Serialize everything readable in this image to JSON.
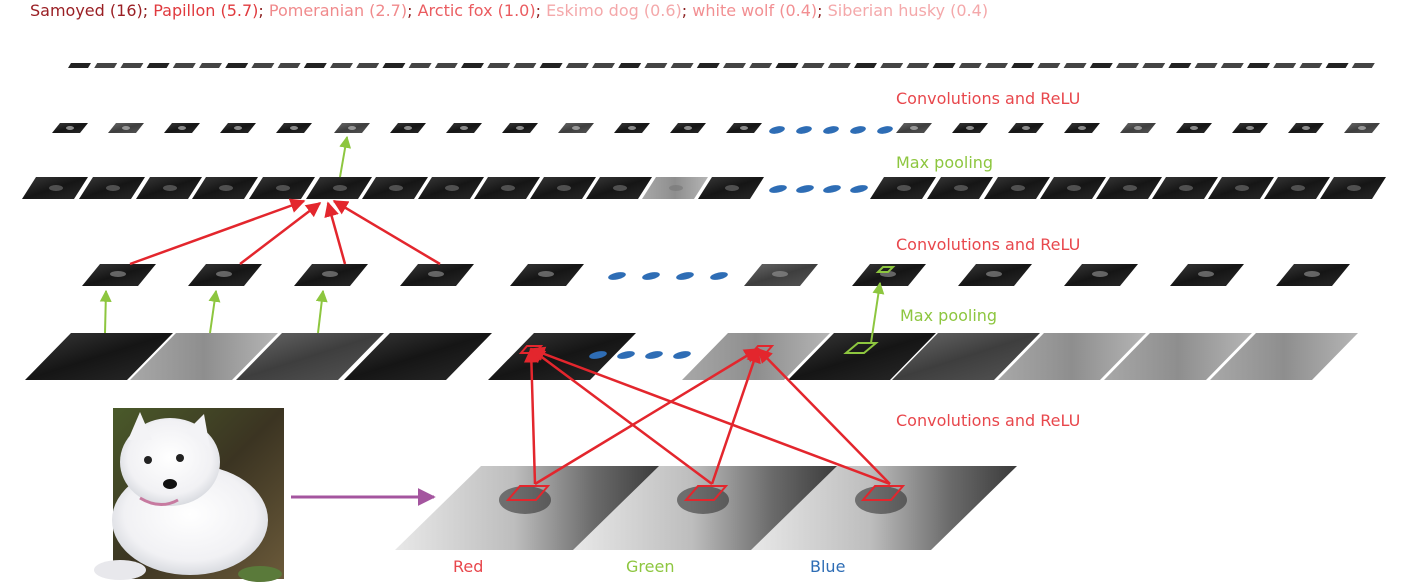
{
  "predictions": [
    {
      "label": "Samoyed",
      "score": "16",
      "color": "#9a1f24"
    },
    {
      "label": "Papillon",
      "score": "5.7",
      "color": "#e03a3e"
    },
    {
      "label": "Pomeranian",
      "score": "2.7",
      "color": "#f08a8c"
    },
    {
      "label": "Arctic fox",
      "score": "1.0",
      "color": "#ea5c60"
    },
    {
      "label": "Eskimo dog",
      "score": "0.6",
      "color": "#f4a8aa"
    },
    {
      "label": "white wolf",
      "score": "0.4",
      "color": "#f28f92"
    },
    {
      "label": "Siberian husky",
      "score": "0.4",
      "color": "#f4a8aa"
    }
  ],
  "layer_labels": {
    "conv_top": "Convolutions and ReLU",
    "pool_top": "Max pooling",
    "conv_mid": "Convolutions and ReLU",
    "pool_mid": "Max pooling",
    "conv_bottom": "Convolutions and ReLU"
  },
  "channels": {
    "red": "Red",
    "green": "Green",
    "blue": "Blue"
  },
  "colors": {
    "conv": "#e8474c",
    "pool": "#8dc63f",
    "channel_red": "#e8474c",
    "channel_green": "#8dc63f",
    "channel_blue": "#2e6db5",
    "ellipsis_dots": "#2e6db5",
    "input_arrow": "#a4559f",
    "arrow_red": "#e3262d"
  }
}
